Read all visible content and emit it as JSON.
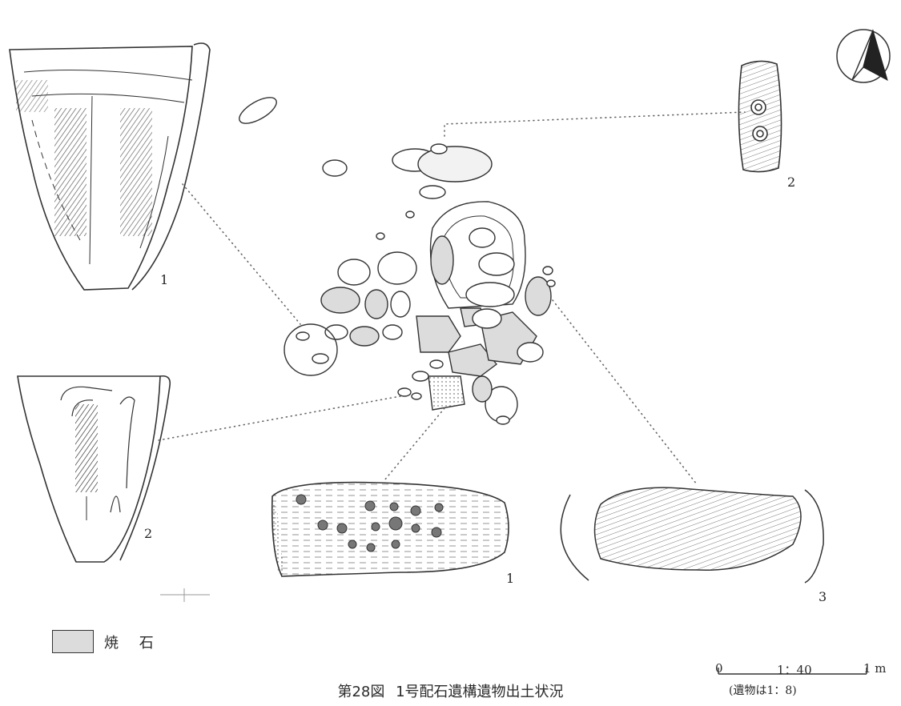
{
  "figure": {
    "number": "第28図",
    "title": "1号配石遺構遺物出土状況"
  },
  "legend": {
    "label": "焼 石",
    "swatch_color": "#dcdcdc"
  },
  "scale": {
    "zero": "0",
    "ratio": "1：40",
    "end": "1 m",
    "artifacts_note": "(遺物は1：8)"
  },
  "artifact_labels": {
    "pottery_1": "1",
    "pottery_2": "2",
    "stone_1": "1",
    "stone_2": "2",
    "stone_3": "3"
  },
  "north_arrow_icon": "north-arrow-icon"
}
